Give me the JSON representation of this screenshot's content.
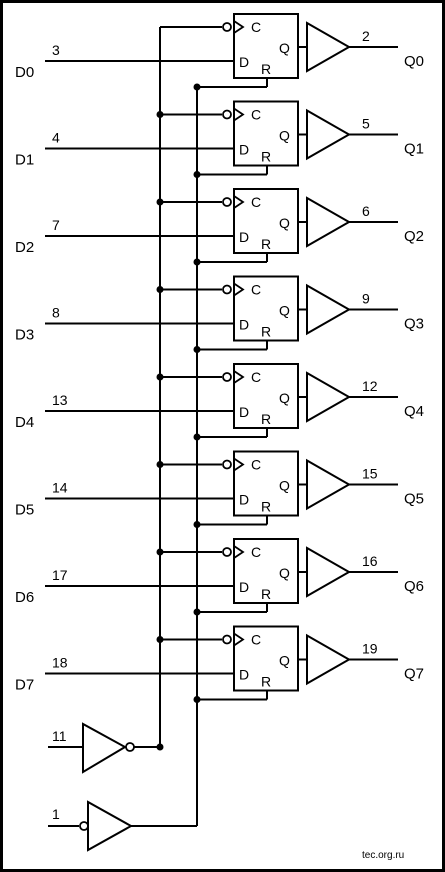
{
  "stages": [
    {
      "input": "D0",
      "input_pin": "3",
      "output_pin": "2",
      "output": "Q0"
    },
    {
      "input": "D1",
      "input_pin": "4",
      "output_pin": "5",
      "output": "Q1"
    },
    {
      "input": "D2",
      "input_pin": "7",
      "output_pin": "6",
      "output": "Q2"
    },
    {
      "input": "D3",
      "input_pin": "8",
      "output_pin": "9",
      "output": "Q3"
    },
    {
      "input": "D4",
      "input_pin": "13",
      "output_pin": "12",
      "output": "Q4"
    },
    {
      "input": "D5",
      "input_pin": "14",
      "output_pin": "15",
      "output": "Q5"
    },
    {
      "input": "D6",
      "input_pin": "17",
      "output_pin": "16",
      "output": "Q6"
    },
    {
      "input": "D7",
      "input_pin": "18",
      "output_pin": "19",
      "output": "Q7"
    }
  ],
  "cell_labels": {
    "clock": "C",
    "data": "D",
    "reset": "R",
    "output": "Q"
  },
  "clock_input_pin": "11",
  "reset_input_pin": "1",
  "watermark": "tec.org.ru"
}
